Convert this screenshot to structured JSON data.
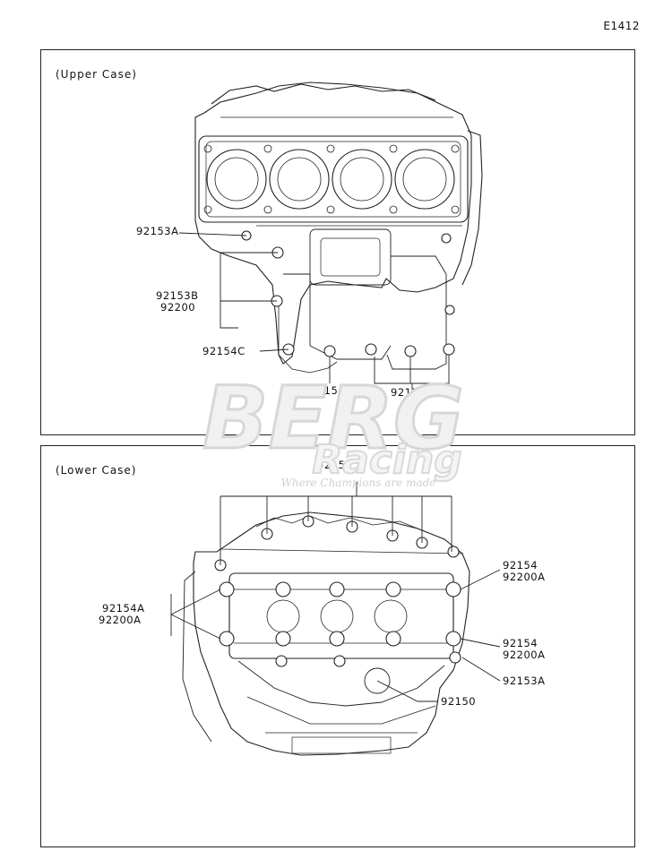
{
  "page_code": "E1412",
  "watermark": {
    "brand_top": "BERG",
    "brand_bottom": "Racing",
    "tagline": "Where Champions are made"
  },
  "upper": {
    "title": "(Upper Case)",
    "callouts": {
      "a": "92153A",
      "b": "92153B",
      "c": "92200",
      "d": "92154C",
      "e": "92154B",
      "f": "92154C"
    }
  },
  "lower": {
    "title": "(Lower Case)",
    "callouts": {
      "top": "92153",
      "left1": "92154A",
      "left2": "92200A",
      "r1a": "92154",
      "r1b": "92200A",
      "r2a": "92154",
      "r2b": "92200A",
      "r3": "92153A",
      "r4": "92150"
    }
  }
}
